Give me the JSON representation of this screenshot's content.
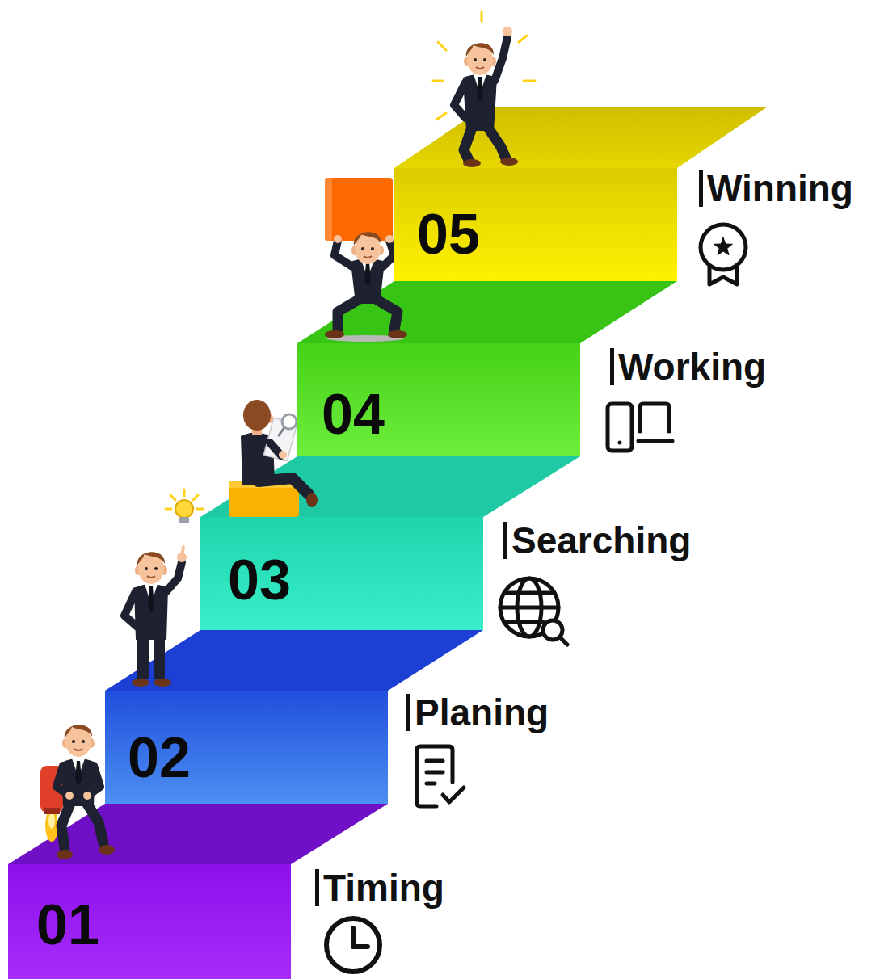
{
  "diagram": {
    "nodes": [
      {
        "text": [
          "01",
          "Timing"
        ]
      },
      {
        "text": [
          "02",
          "Planing"
        ]
      },
      {
        "text": [
          "03",
          "Searching"
        ]
      },
      {
        "text": [
          "04",
          "Working"
        ]
      },
      {
        "text": [
          "05",
          "Winning"
        ]
      }
    ]
  }
}
